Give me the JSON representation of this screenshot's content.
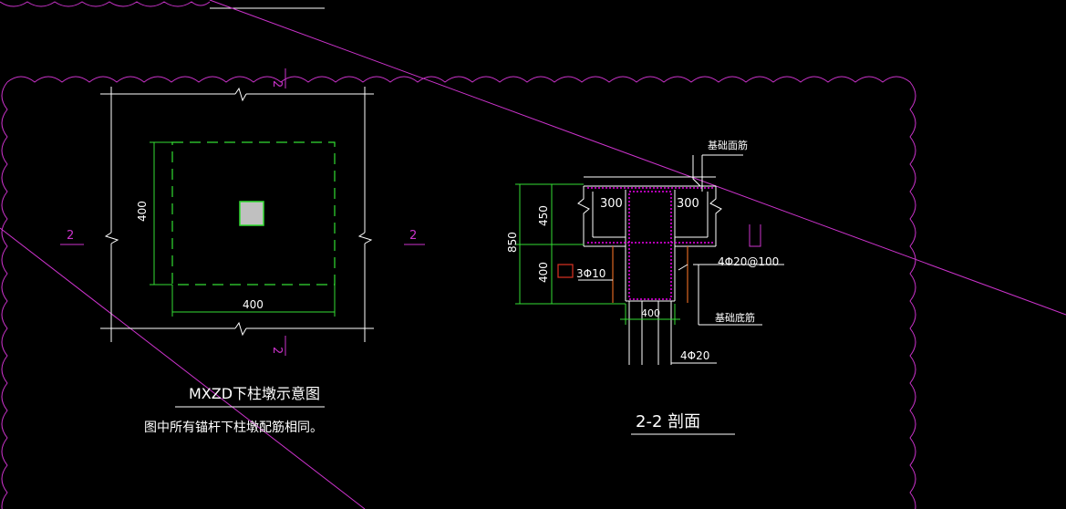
{
  "colors": {
    "background": "#000000",
    "linework": "#ffffff",
    "dimension": "#33dd33",
    "annotation": "#cc33cc",
    "rebar_mark": "#dd3322",
    "anchor_fill": "#c0c0c0"
  },
  "left_drawing": {
    "title": "MXZD下柱墩示意图",
    "note": "图中所有锚杆下柱墩配筋相同。",
    "dim_width": "400",
    "dim_height": "400",
    "section_mark_top": "2",
    "section_mark_bottom": "2",
    "section_mark_left": "2",
    "section_mark_right": "2"
  },
  "right_drawing": {
    "title": "2-2 剖面",
    "label_top_rebar": "基础面筋",
    "label_bottom_rebar": "基础底筋",
    "dim_left_flange": "300",
    "dim_right_flange": "300",
    "dim_total_height": "850",
    "dim_upper": "450",
    "dim_lower": "400",
    "dim_pier_width": "400",
    "rebar_stirrup": "3Φ10",
    "rebar_side": "4Φ20@100",
    "rebar_bottom": "4Φ20"
  }
}
